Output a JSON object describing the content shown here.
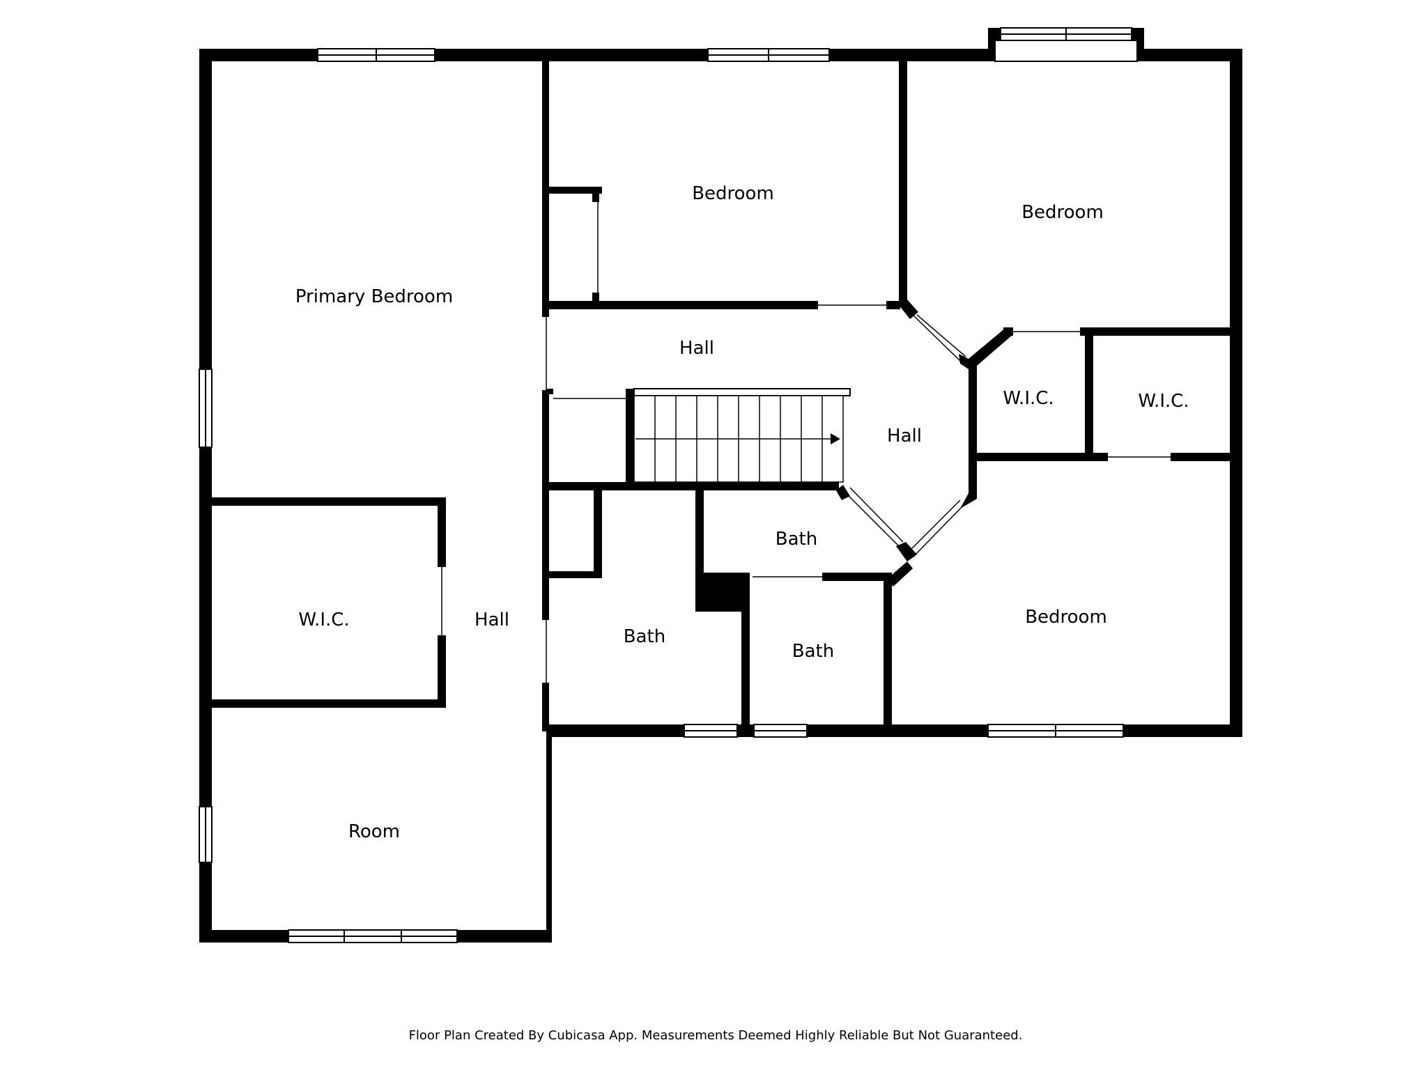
{
  "rooms": {
    "primary_bedroom": "Primary Bedroom",
    "bedroom_top": "Bedroom",
    "bedroom_top_right": "Bedroom",
    "bedroom_bottom_right": "Bedroom",
    "hall_top": "Hall",
    "hall_center": "Hall",
    "hall_left": "Hall",
    "wic_left": "W.I.C.",
    "wic_right_1": "W.I.C.",
    "wic_right_2": "W.I.C.",
    "bath_center": "Bath",
    "bath_left": "Bath",
    "bath_small": "Bath",
    "room": "Room"
  },
  "footer": "Floor Plan Created By Cubicasa App. Measurements Deemed Highly Reliable But Not Guaranteed."
}
